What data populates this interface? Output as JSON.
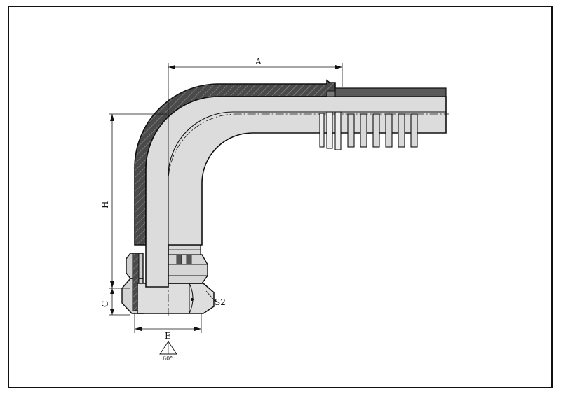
{
  "drawing": {
    "dimensions": {
      "A": "A",
      "H": "H",
      "C": "C",
      "E": "E",
      "S2": "S2"
    },
    "angle_label": "60°"
  },
  "colors": {
    "line": "#111111",
    "section_fill": "#4a4a4a",
    "body_fill": "#d9d9d9",
    "background": "#ffffff"
  }
}
